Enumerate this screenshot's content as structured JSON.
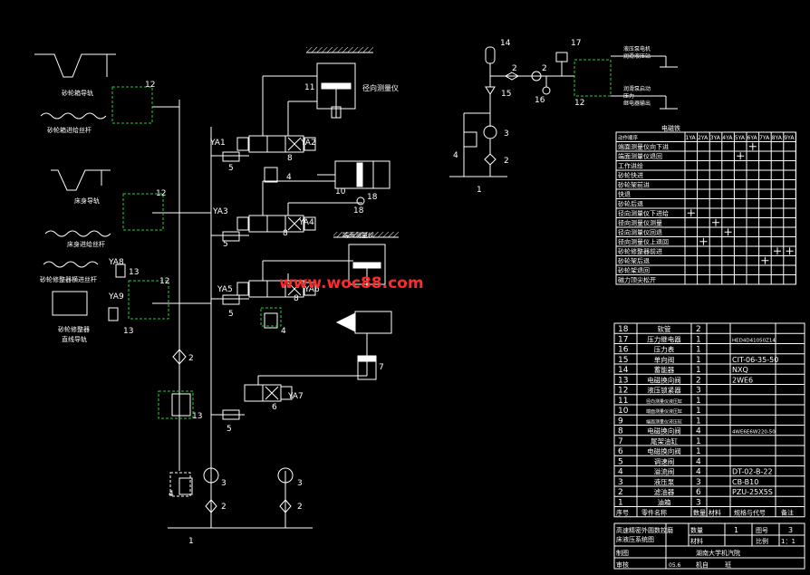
{
  "watermark": "www.woc88.com",
  "colors": {
    "background": "#000000",
    "line": "#ffffff",
    "pilot": "#22cc44",
    "watermark": "#ff2a2a"
  },
  "numbers": {
    "n1": "1",
    "n2": "2",
    "n3": "3",
    "n4": "4",
    "n5": "5",
    "n6": "6",
    "n7": "7",
    "n8": "8",
    "n10": "10",
    "n11": "11",
    "n12": "12",
    "n13": "13",
    "n14": "14",
    "n15": "15",
    "n16": "16",
    "n17": "17",
    "n18": "18"
  },
  "valves": {
    "ya1": "YA1",
    "ya2": "YA2",
    "ya3": "YA3",
    "ya4": "YA4",
    "ya5": "YA5",
    "ya6": "YA6",
    "ya7": "YA7",
    "ya8": "YA8",
    "ya9": "YA9"
  },
  "labels": {
    "gauge_top": "径向测量仪",
    "gauge_mid": "端面测量仪",
    "wheel_guide": "砂轮箱导轨",
    "wheel_screw": "砂轮箱进给丝杆",
    "bed_guide": "床身导轨",
    "bed_screw": "床身进给丝杆",
    "dress_screw": "砂轮修整器横进丝杆",
    "dress_guide1": "砂轮修整器",
    "dress_guide2": "直线导轨",
    "right_top1": "液压泵电机",
    "right_top2": "润滑液压站",
    "right_bot1": "润滑泵启动",
    "right_bot2": "压力",
    "right_bot3": "继电器输出"
  },
  "sequence_table": {
    "header": "电磁铁",
    "columns": [
      "1YA",
      "2YA",
      "3YA",
      "4YA",
      "5YA",
      "6YA",
      "7YA",
      "8YA",
      "9YA"
    ],
    "rows": [
      "动作顺序",
      "端面测量仪向下进",
      "端面测量仪退回",
      "工作进给",
      "砂轮快进",
      "砂轮架前进",
      "快退",
      "砂轮后退",
      "径向测量仪下进给",
      "径向测量仪测量",
      "径向测量仪回退",
      "径向测量仪上退回",
      "砂轮修整器前进",
      "砂轮架后退",
      "砂轮架退回",
      "磁力顶尖松开"
    ],
    "marks": [
      {
        "row": 1,
        "col": 5
      },
      {
        "row": 2,
        "col": 4
      },
      {
        "row": 8,
        "col": 0
      },
      {
        "row": 9,
        "col": 2
      },
      {
        "row": 10,
        "col": 3
      },
      {
        "row": 11,
        "col": 1
      },
      {
        "row": 12,
        "col": 7
      },
      {
        "row": 12,
        "col": 8
      },
      {
        "row": 13,
        "col": 6
      }
    ]
  },
  "parts_list": {
    "rows": [
      {
        "no": "18",
        "name": "软管",
        "qty": "2",
        "model": ""
      },
      {
        "no": "17",
        "name": "压力继电器",
        "qty": "1",
        "model": "HED4D41050Z14"
      },
      {
        "no": "16",
        "name": "压力表",
        "qty": "1",
        "model": ""
      },
      {
        "no": "15",
        "name": "单向阀",
        "qty": "1",
        "model": "CIT-06-35-50"
      },
      {
        "no": "14",
        "name": "蓄能器",
        "qty": "1",
        "model": "NXQ"
      },
      {
        "no": "13",
        "name": "电磁换向阀",
        "qty": "2",
        "model": "2WE6"
      },
      {
        "no": "12",
        "name": "液压锁紧器",
        "qty": "3",
        "model": ""
      },
      {
        "no": "11",
        "name": "径向测量仪液压缸",
        "qty": "1",
        "model": ""
      },
      {
        "no": "10",
        "name": "端面测量仪液压缸",
        "qty": "1",
        "model": ""
      },
      {
        "no": "9",
        "name": "端面测量仪液压缸",
        "qty": "1",
        "model": ""
      },
      {
        "no": "8",
        "name": "电磁换向阀",
        "qty": "4",
        "model": "4WE6E6W220-50"
      },
      {
        "no": "7",
        "name": "尾架油缸",
        "qty": "1",
        "model": ""
      },
      {
        "no": "6",
        "name": "电磁换向阀",
        "qty": "1",
        "model": ""
      },
      {
        "no": "5",
        "name": "调速阀",
        "qty": "4",
        "model": ""
      },
      {
        "no": "4",
        "name": "溢流阀",
        "qty": "4",
        "model": "DT-02-B-22"
      },
      {
        "no": "3",
        "name": "液压泵",
        "qty": "3",
        "model": "CB-B10"
      },
      {
        "no": "2",
        "name": "滤油器",
        "qty": "6",
        "model": "PZU-25X5S"
      },
      {
        "no": "1",
        "name": "油箱",
        "qty": "3",
        "model": ""
      }
    ],
    "header": {
      "no": "序号",
      "name": "零件名称",
      "qty": "数量",
      "mat": "材料",
      "model": "规格与代号",
      "note": "备注"
    }
  },
  "title_block": {
    "title1": "高速精密外圆数控磨",
    "title2": "床液压系统图",
    "qty_label": "数量",
    "qty_val": "1",
    "dwg_label": "图号",
    "dwg_val": "3",
    "mat_label": "材料",
    "scale_label": "比例",
    "scale_val": "1：1",
    "drawn": "制图",
    "checked": "审核",
    "date": "05.6",
    "school": "湖南大学机汽院",
    "class": "机自",
    "cls2": "班"
  }
}
